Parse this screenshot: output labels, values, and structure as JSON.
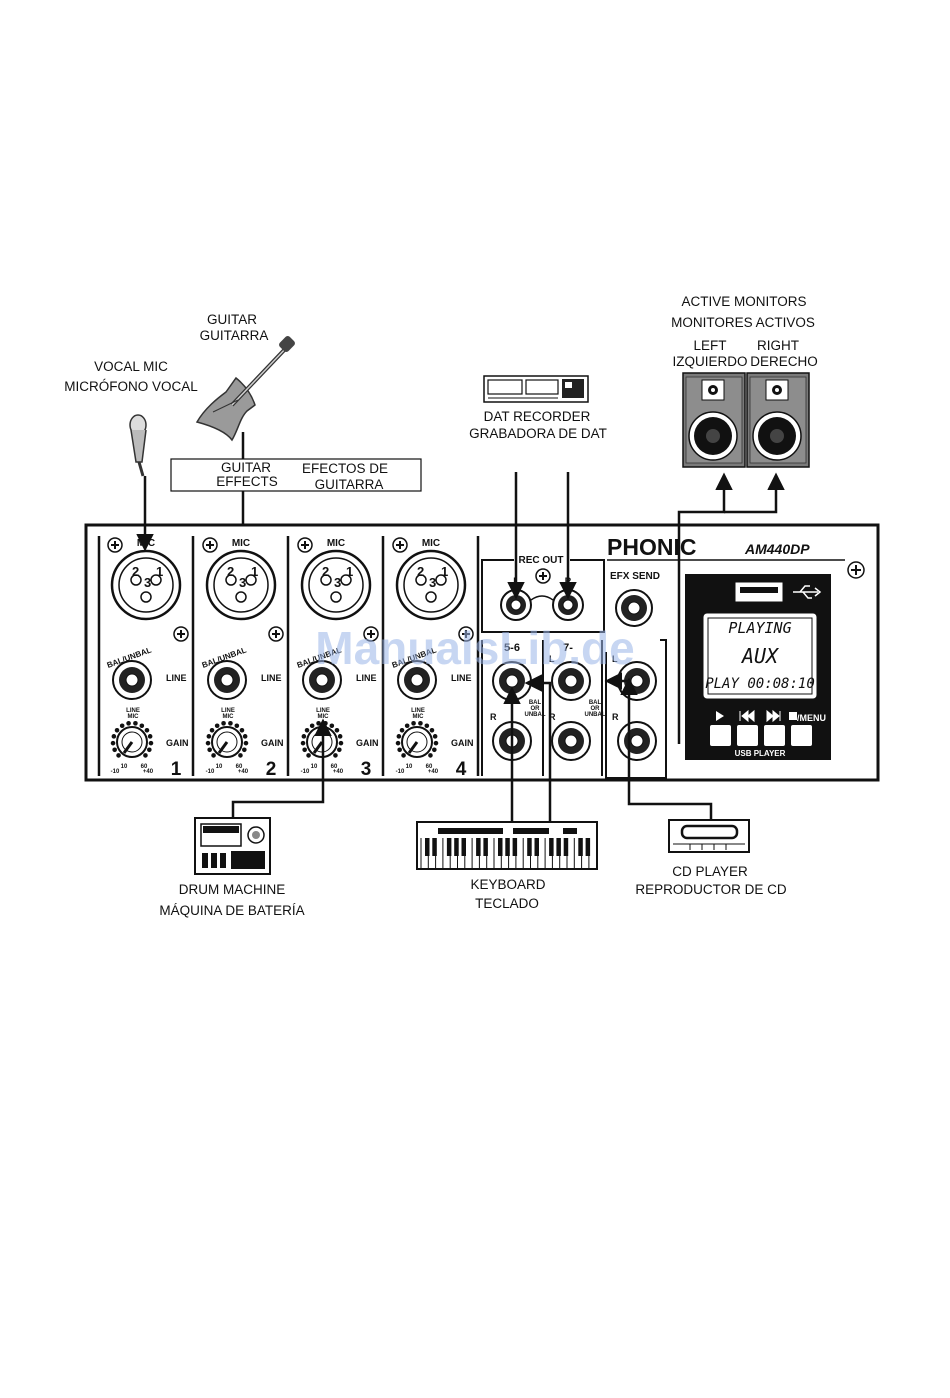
{
  "labels": {
    "guitar_en": "GUITAR",
    "guitar_es": "GUITARRA",
    "vocal_mic_en": "VOCAL MIC",
    "vocal_mic_es": "MICRÓFONO VOCAL",
    "guitar_effects_en_1": "GUITAR",
    "guitar_effects_en_2": "EFFECTS",
    "guitar_effects_es_1": "EFECTOS DE",
    "guitar_effects_es_2": "GUITARRA",
    "dat_en": "DAT RECORDER",
    "dat_es": "GRABADORA DE DAT",
    "monitors_en": "ACTIVE MONITORS",
    "monitors_es": "MONITORES ACTIVOS",
    "left_en": "LEFT",
    "left_es": "IZQUIERDO",
    "right_en": "RIGHT",
    "right_es": "DERECHO",
    "drum_en": "DRUM MACHINE",
    "drum_es": "MÁQUINA DE BATERÍA",
    "keyboard_en": "KEYBOARD",
    "keyboard_es": "TECLADO",
    "cd_en": "CD PLAYER",
    "cd_es": "REPRODUCTOR DE CD"
  },
  "mixer": {
    "brand": "PHONIC",
    "model": "AM440DP",
    "mic_label": "MIC",
    "balunbal": "BAL/UNBAL",
    "line": "LINE",
    "gain": "GAIN",
    "line_mic": "LINE",
    "line_mic_2": "MIC",
    "scale_min": "-10",
    "scale_mid_a": "10",
    "scale_mid_b": "60",
    "scale_max": "+40",
    "channels": [
      "1",
      "2",
      "3",
      "4"
    ],
    "rec_out": "REC OUT",
    "rec_l": "L",
    "rec_r": "R",
    "efx_send": "EFX SEND",
    "ch56": "5-6",
    "ch78": "7-",
    "bal_or_unbal_1": "BAL",
    "bal_or_unbal_2": "OR",
    "bal_or_unbal_3": "UNBAL",
    "stereo_r": "R",
    "stereo_l": "L",
    "usb_player": "USB PLAYER",
    "menu": "/MENU",
    "lcd_line1": "PLAYING",
    "lcd_line2": "AUX",
    "lcd_line3": "PLAY 00:08:10",
    "xlr_pins": [
      "2",
      "3",
      "1"
    ]
  },
  "watermark": "ManualsLib.de",
  "colors": {
    "ink": "#111111",
    "speaker_grey": "#7a7a7a",
    "watermark": "#9bb6e8",
    "lcd_bg": "#ffffff",
    "screen_panel": "#111111"
  }
}
